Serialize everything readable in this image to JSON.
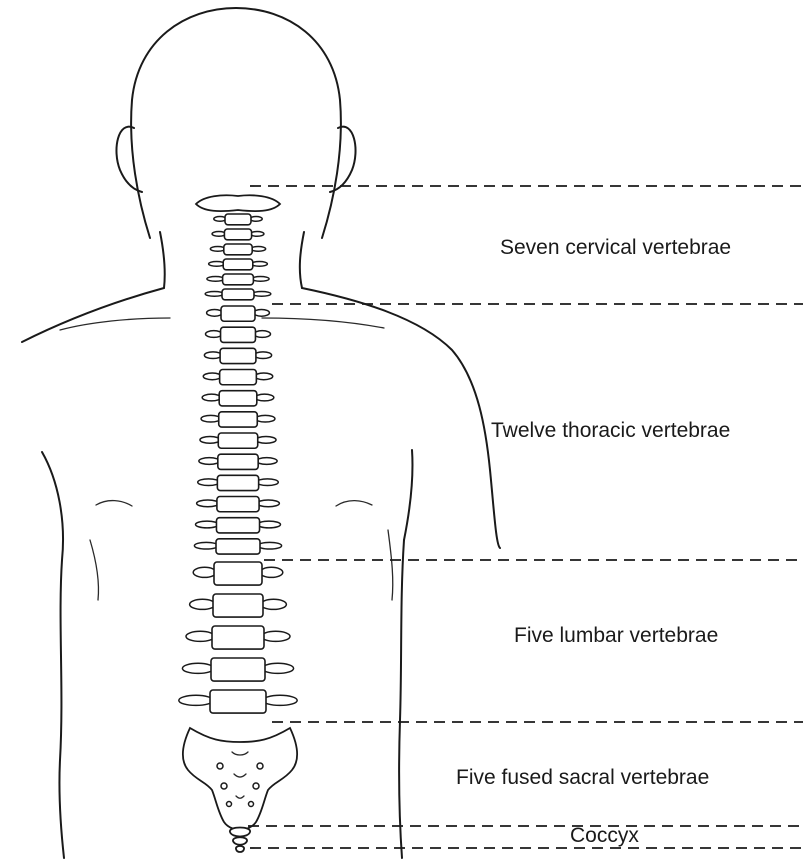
{
  "labels": {
    "cervical": "Seven cervical vertebrae",
    "thoracic": "Twelve thoracic vertebrae",
    "lumbar": "Five lumbar vertebrae",
    "sacral": "Five fused sacral vertebrae",
    "coccyx": "Coccyx"
  },
  "vertebra_counts": {
    "cervical": 7,
    "thoracic": 12,
    "lumbar": 5,
    "sacral_fused": 5
  },
  "colors": {
    "ink": "#1a1a1a",
    "background": "#ffffff"
  }
}
